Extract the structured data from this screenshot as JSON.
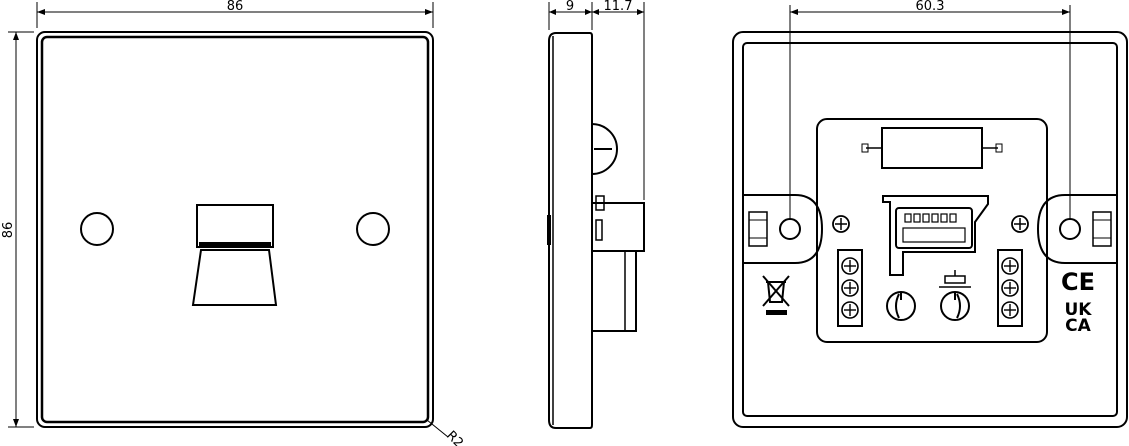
{
  "dimensions": {
    "front_width": "86",
    "front_height": "86",
    "corner_radius": "R2",
    "side_plate_depth": "9",
    "side_body_depth": "11.7",
    "rear_screw_spacing": "60.3"
  },
  "marks": {
    "ce": "CE",
    "ukca_line1": "UK",
    "ukca_line2": "CA"
  }
}
